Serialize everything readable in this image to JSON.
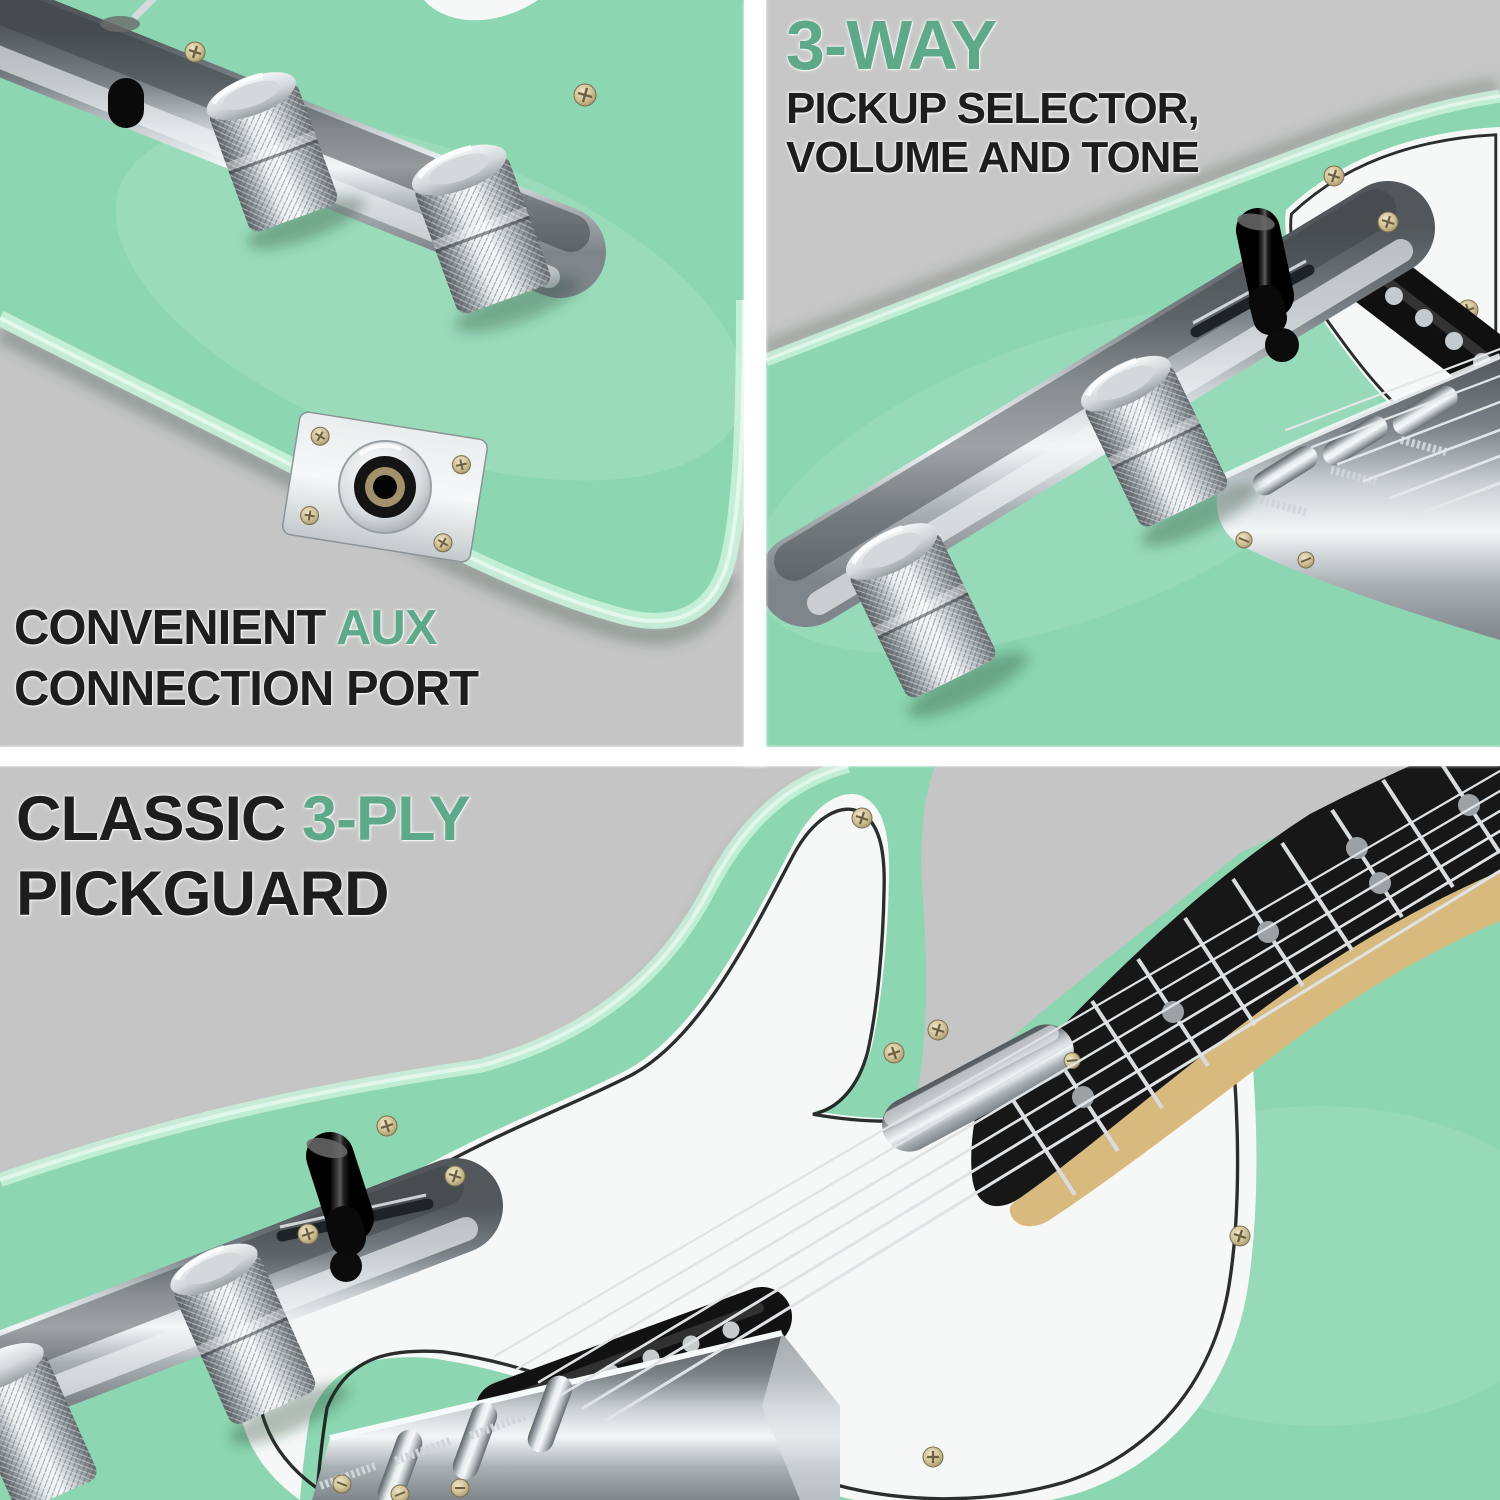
{
  "image_kind": "guitar product feature collage",
  "colors": {
    "bg_gray": "#c4c5c4",
    "divider_white": "#ffffff",
    "accent_green": "#5FA98B",
    "text_black": "#1d1d1d",
    "guitar_body_green": "#8CD6B1",
    "guitar_rim_green": "#C9F2DC",
    "pickguard_white": "#F6F8F7",
    "pickguard_pinstripe": "#161616",
    "chrome_light": "#F2F6F7",
    "chrome_dark": "#51575B",
    "fretboard_black": "#171717",
    "neck_wood": "#D9BA7E",
    "screw_gold": "#CDBD92"
  },
  "panels": {
    "controls": {
      "headline": "3-WAY",
      "line2": "PICKUP SELECTOR,",
      "line3": "VOLUME AND TONE"
    },
    "aux": {
      "line1_black": "CONVENIENT ",
      "line1_green": "AUX",
      "line2": "CONNECTION PORT"
    },
    "pickguard": {
      "line1_black": "CLASSIC ",
      "line1_green": "3-PLY",
      "line2": "PICKGUARD"
    }
  }
}
